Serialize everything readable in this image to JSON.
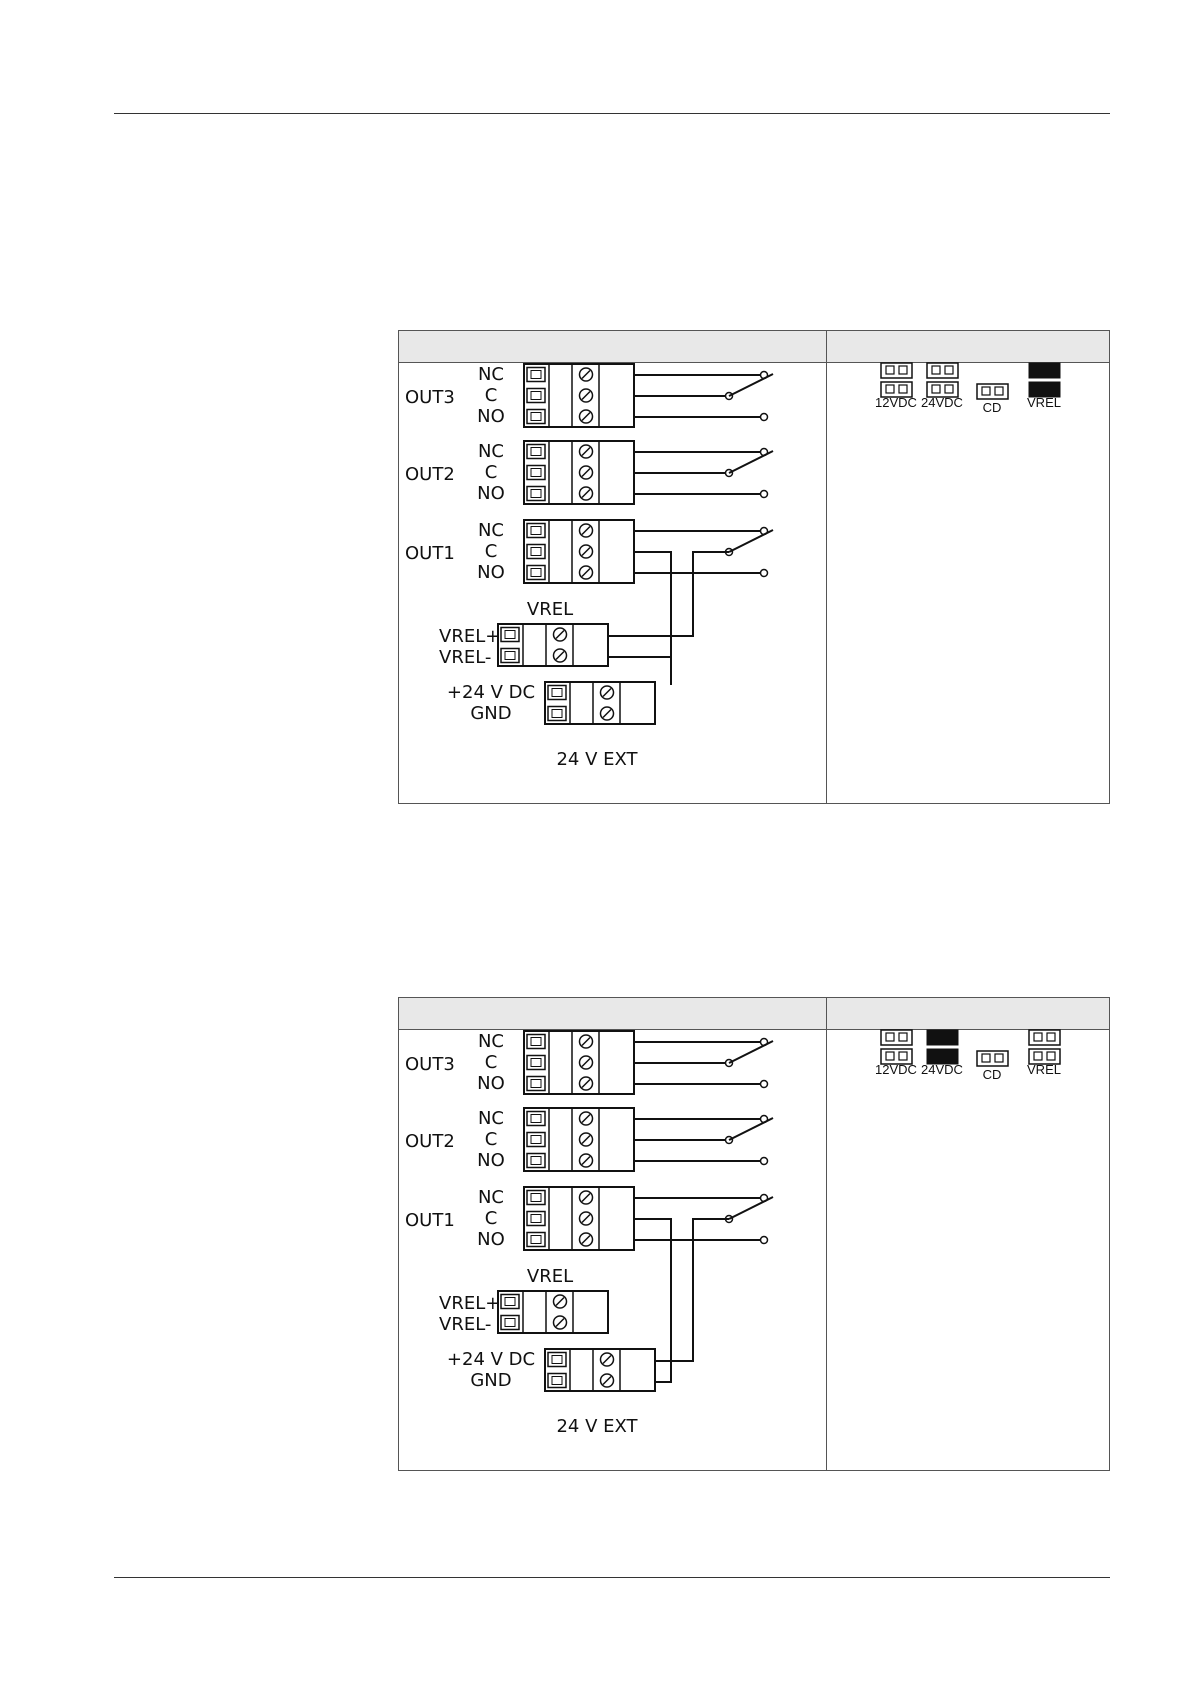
{
  "diagrams": [
    {
      "outputs": [
        {
          "name": "OUT3",
          "pins": [
            "NC",
            "C",
            "NO"
          ]
        },
        {
          "name": "OUT2",
          "pins": [
            "NC",
            "C",
            "NO"
          ]
        },
        {
          "name": "OUT1",
          "pins": [
            "NC",
            "C",
            "NO"
          ]
        }
      ],
      "vrel": {
        "title": "VREL",
        "pins": [
          "VREL+",
          "VREL-"
        ]
      },
      "ext": {
        "pins": [
          "+24 V DC",
          "GND"
        ],
        "caption": "24 V EXT"
      },
      "jumpers": [
        {
          "label": "12VDC",
          "state": "open"
        },
        {
          "label": "24VDC",
          "state": "open"
        },
        {
          "label": "CD",
          "state": "open"
        },
        {
          "label": "VREL",
          "state": "closed"
        }
      ],
      "supply_source": "VREL"
    },
    {
      "outputs": [
        {
          "name": "OUT3",
          "pins": [
            "NC",
            "C",
            "NO"
          ]
        },
        {
          "name": "OUT2",
          "pins": [
            "NC",
            "C",
            "NO"
          ]
        },
        {
          "name": "OUT1",
          "pins": [
            "NC",
            "C",
            "NO"
          ]
        }
      ],
      "vrel": {
        "title": "VREL",
        "pins": [
          "VREL+",
          "VREL-"
        ]
      },
      "ext": {
        "pins": [
          "+24 V DC",
          "GND"
        ],
        "caption": "24 V EXT"
      },
      "jumpers": [
        {
          "label": "12VDC",
          "state": "open"
        },
        {
          "label": "24VDC",
          "state": "closed"
        },
        {
          "label": "CD",
          "state": "open"
        },
        {
          "label": "VREL",
          "state": "open"
        }
      ],
      "supply_source": "EXT"
    }
  ]
}
